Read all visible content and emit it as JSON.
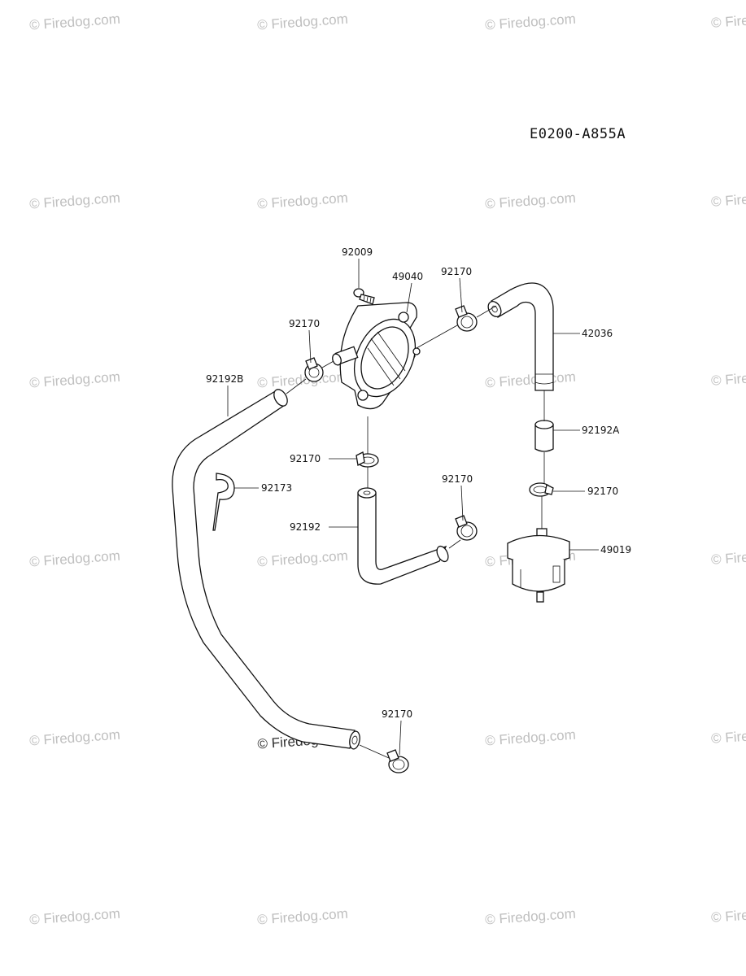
{
  "diagram": {
    "code": "E0200-A855A",
    "watermark": "© Firedog.com",
    "parts": {
      "p92009": "92009",
      "p49040": "49040",
      "p92170_top": "92170",
      "p42036": "42036",
      "p92170_left": "92170",
      "p92192B": "92192B",
      "p92192A": "92192A",
      "p92170_mid": "92170",
      "p92170_right": "92170",
      "p92173": "92173",
      "p92170_center": "92170",
      "p92192": "92192",
      "p49019": "49019",
      "p92170_bottom": "92170"
    }
  }
}
